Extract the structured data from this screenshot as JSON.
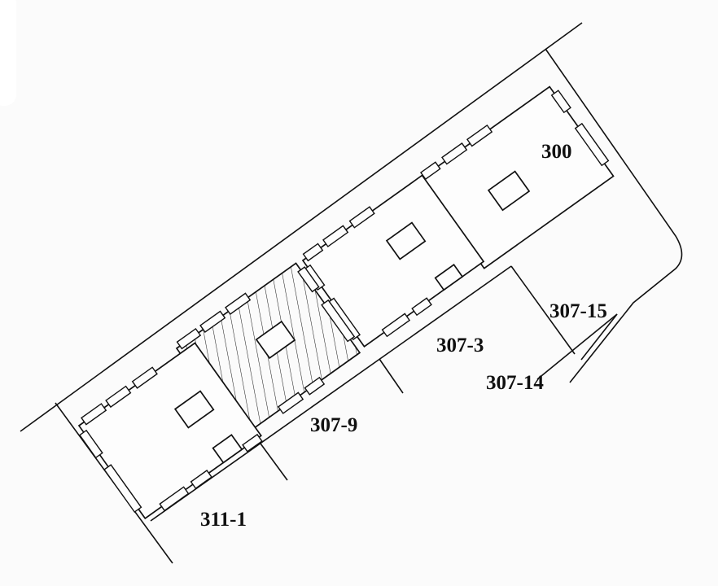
{
  "diagram": {
    "type": "cadastral site plan",
    "background": "#fbfbfb",
    "line_color": "#111111",
    "parcels": [
      {
        "id": "parcel-300",
        "label": "300"
      },
      {
        "id": "parcel-307-15",
        "label": "307-15"
      },
      {
        "id": "parcel-307-3",
        "label": "307-3"
      },
      {
        "id": "parcel-307-14",
        "label": "307-14"
      },
      {
        "id": "parcel-307-9",
        "label": "307-9"
      },
      {
        "id": "parcel-311-1",
        "label": "311-1"
      }
    ],
    "buildings": [
      {
        "id": "building-right",
        "hatched": false
      },
      {
        "id": "building-middle",
        "hatched": false
      },
      {
        "id": "building-hatched",
        "hatched": true
      },
      {
        "id": "building-left",
        "hatched": false
      }
    ]
  }
}
